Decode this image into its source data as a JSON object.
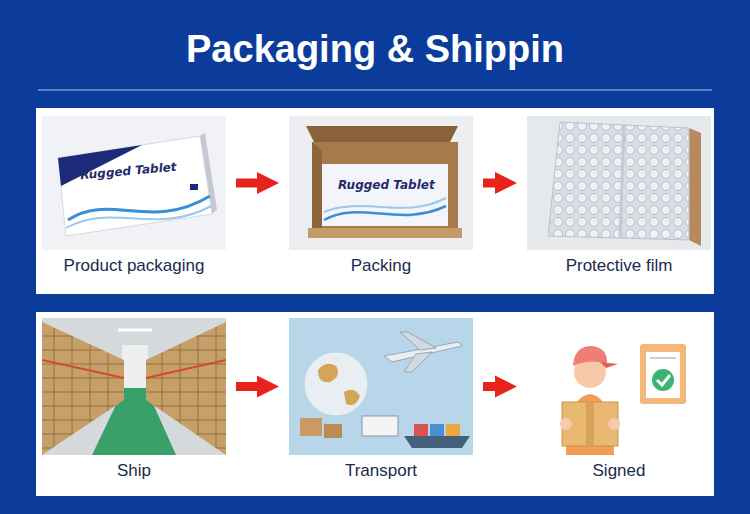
{
  "diagram": {
    "title": "Packaging & Shippin",
    "nodes": [
      {
        "text": [
          "Product packaging"
        ]
      },
      {
        "text": [
          "Packing"
        ]
      },
      {
        "text": [
          "Protective film"
        ]
      },
      {
        "text": [
          "Ship"
        ]
      },
      {
        "text": [
          "Transport"
        ]
      },
      {
        "text": [
          "Signed"
        ]
      }
    ],
    "edges": [
      {
        "from": 0,
        "to": 1,
        "arrow": "to"
      },
      {
        "from": 1,
        "to": 2,
        "arrow": "to"
      },
      {
        "from": 3,
        "to": 4,
        "arrow": "to"
      },
      {
        "from": 4,
        "to": 5,
        "arrow": "to"
      }
    ],
    "labels": [
      "Rugged Tablet",
      "Rugged Tablet"
    ]
  }
}
